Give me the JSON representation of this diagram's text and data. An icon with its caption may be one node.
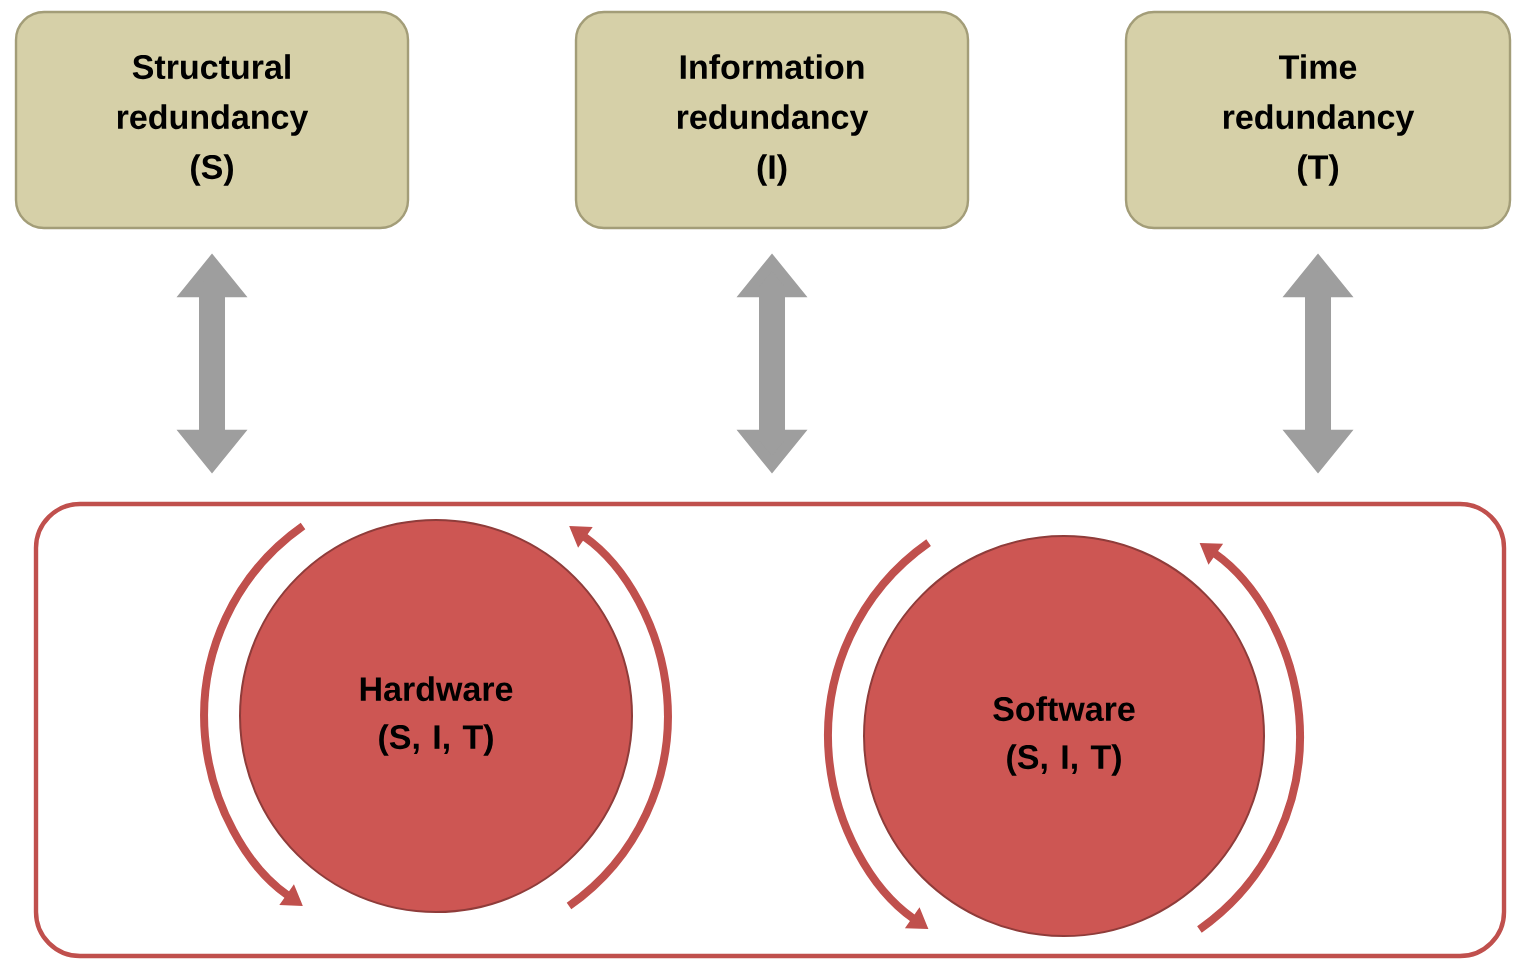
{
  "diagram": {
    "nodes": [
      {
        "text": [
          "Structural redundancy (S)"
        ]
      },
      {
        "text": [
          "Information redundancy (I)"
        ]
      },
      {
        "text": [
          "Time redundancy (T)"
        ]
      },
      {
        "text": [],
        "shape": "box"
      },
      {
        "text": [
          "Hardware (S, I, T)"
        ],
        "in": 3
      },
      {
        "text": [
          "Software (S, I, T)"
        ],
        "in": 3
      }
    ],
    "edges": [
      {
        "from": 0,
        "to": 3,
        "arrow": "both"
      },
      {
        "from": 1,
        "to": 3,
        "arrow": "both"
      },
      {
        "from": 2,
        "to": 3,
        "arrow": "both"
      }
    ]
  }
}
